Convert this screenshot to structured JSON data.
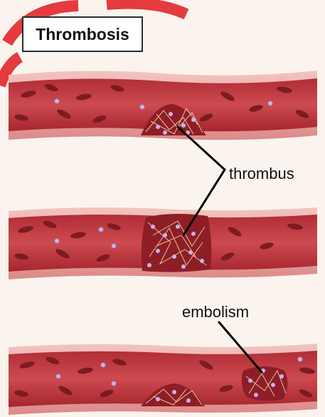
{
  "title": "Thrombosis",
  "labels": {
    "thrombus": "thrombus",
    "embolism": "embolism"
  },
  "colors": {
    "background": "#fbf4ee",
    "vessel_wall": "#e8a3a0",
    "vessel_lumen": "#b8353c",
    "red_cell": "#7c1b22",
    "platelet": "#c9b2e6",
    "fibrin": "#f2d4a6",
    "pointer": "#000000",
    "watermark": "#e3262c"
  }
}
